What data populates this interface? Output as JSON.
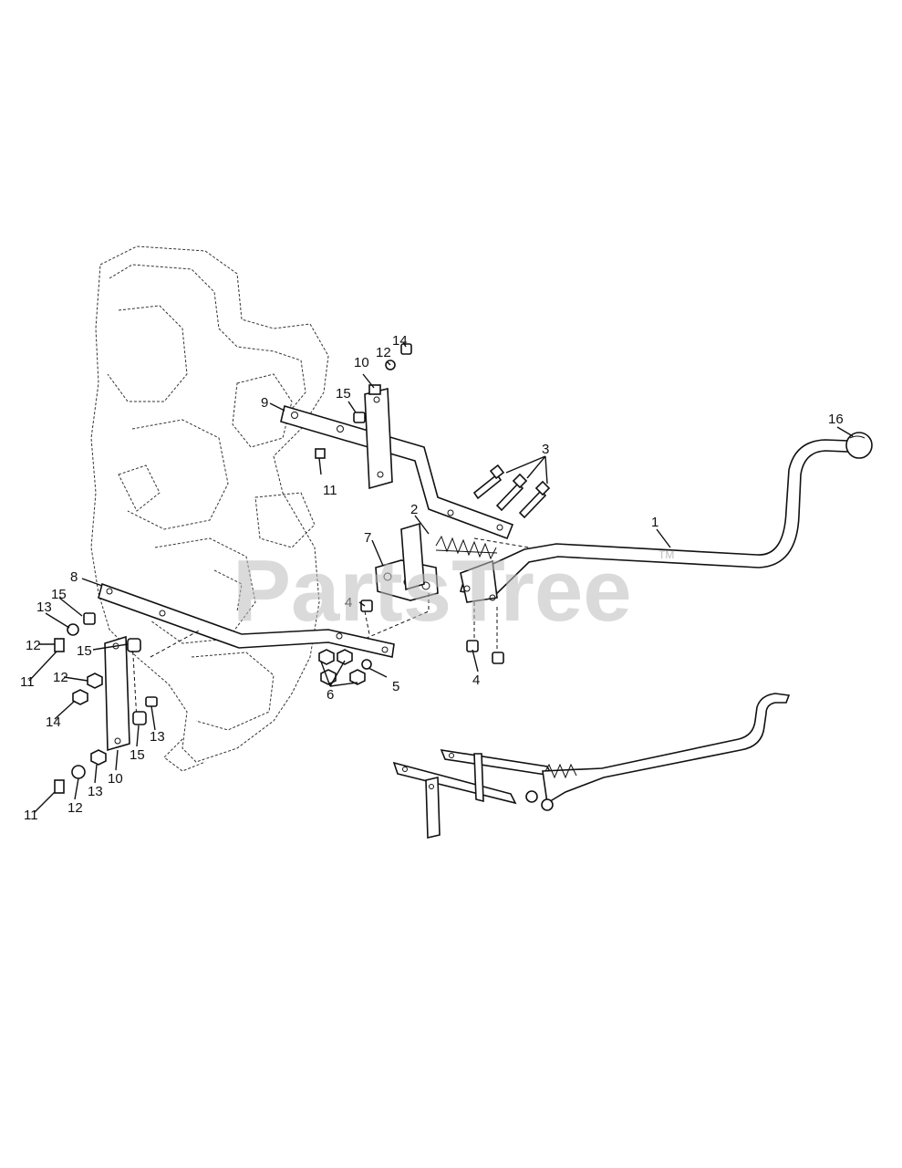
{
  "watermark": {
    "text": "PartsTree",
    "tm": "TM"
  },
  "callouts": [
    "1",
    "2",
    "3",
    "4",
    "4",
    "5",
    "6",
    "7",
    "8",
    "9",
    "10",
    "10",
    "11",
    "11",
    "11",
    "12",
    "12",
    "12",
    "12",
    "13",
    "13",
    "13",
    "14",
    "14",
    "15",
    "15",
    "15",
    "15",
    "16"
  ]
}
